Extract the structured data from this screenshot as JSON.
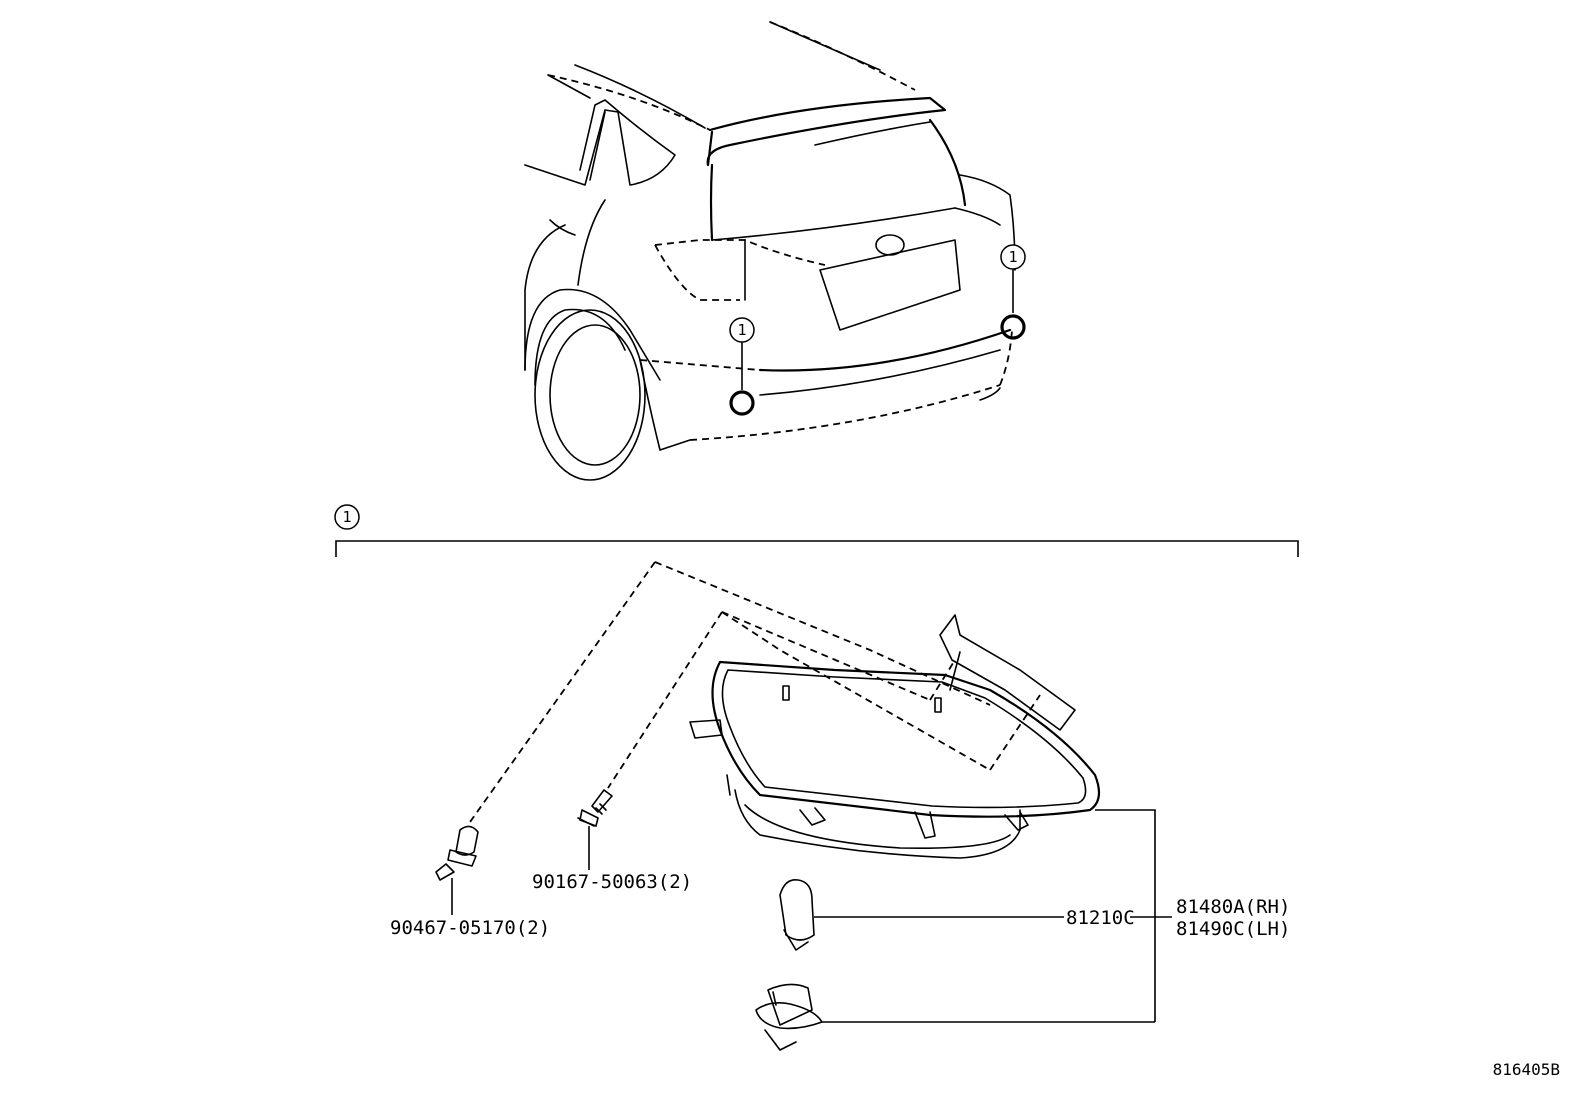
{
  "callouts": {
    "section_number": "1",
    "vehicle_marker_left": "1",
    "vehicle_marker_right": "1"
  },
  "parts": {
    "screw_left": "90467-05170(2)",
    "screw_right": "90167-50063(2)",
    "bulb": "81210C",
    "lamp_rh": "81480A(RH)",
    "lamp_lh": "81490C(LH)"
  },
  "diagram_ref": "816405B",
  "icons": [
    "vehicle-rear-view",
    "rear-reflector-lamp",
    "clip-fastener",
    "screw",
    "bulb",
    "bulb-socket"
  ]
}
